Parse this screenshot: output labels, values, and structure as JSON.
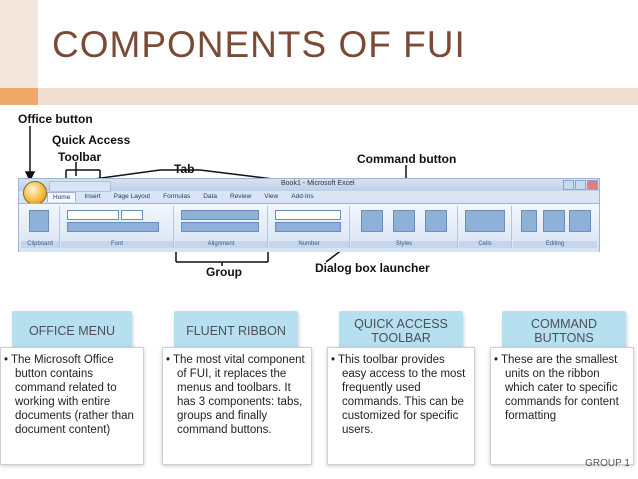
{
  "slide": {
    "title": "COMPONENTS OF FUI",
    "footer": "GROUP 1"
  },
  "screenshot": {
    "annotations": {
      "office_button": "Office button",
      "quick_access": "Quick Access",
      "toolbar": "Toolbar",
      "tab": "Tab",
      "command_button": "Command button",
      "group": "Group",
      "dialog_launcher": "Dialog box launcher"
    },
    "window_title": "Book1 - Microsoft Excel",
    "tabs": [
      "Home",
      "Insert",
      "Page Layout",
      "Formulas",
      "Data",
      "Review",
      "View",
      "Add-Ins"
    ],
    "groups": [
      "Clipboard",
      "Font",
      "Alignment",
      "Number",
      "Styles",
      "Cells",
      "Editing"
    ]
  },
  "cards": [
    {
      "header": "OFFICE MENU",
      "body": "The Microsoft Office button contains command related to working with entire documents (rather than document content)"
    },
    {
      "header": "FLUENT RIBBON",
      "body": "The most vital component of FUI, it replaces the menus and toolbars. It has 3 components: tabs, groups and finally command buttons."
    },
    {
      "header": "QUICK ACCESS TOOLBAR",
      "body": "This toolbar provides easy access to the most frequently used commands. This can be customized for specific users."
    },
    {
      "header": "COMMAND BUTTONS",
      "body": "These are the smallest units on the ribbon which cater to specific commands for content formatting"
    }
  ]
}
